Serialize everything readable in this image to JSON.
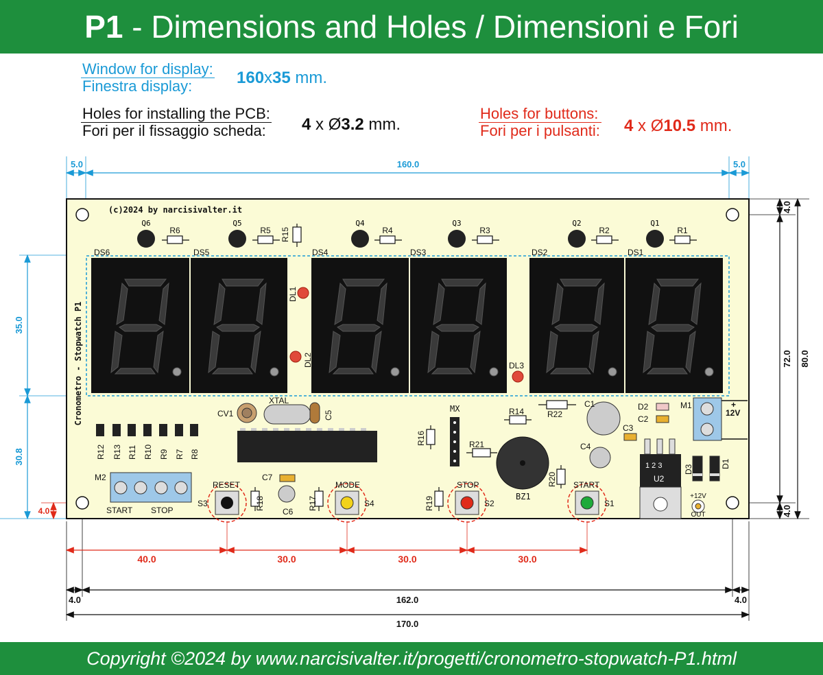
{
  "header": {
    "title_bold": "P1",
    "title_rest": " - Dimensions and Holes / Dimensioni e Fori"
  },
  "footer": {
    "copyright": "Copyright ©2024 by www.narcisivalter.it/progetti/cronometro-stopwatch-P1.html"
  },
  "specs": {
    "window": {
      "label_en": "Window for display:",
      "label_it": "Finestra display:",
      "w": "160",
      "x": "x",
      "h": "35",
      "unit": " mm."
    },
    "pcb_holes": {
      "label_en": "Holes for installing the PCB:",
      "label_it": "Fori per il fissaggio scheda:",
      "count": "4",
      "sym": " x Ø",
      "dia": "3.2",
      "unit": " mm."
    },
    "button_holes": {
      "label_en": "Holes for buttons:",
      "label_it": "Fori per i pulsanti:",
      "count": "4",
      "sym": " x Ø",
      "dia": "10.5",
      "unit": " mm."
    }
  },
  "dimensions": {
    "top_left": "5.0",
    "top_mid": "160.0",
    "top_right": "5.0",
    "left_window": "35.0",
    "left_lower": "30.8",
    "left_hole": "4.0",
    "right_top": "4.0",
    "right_mid": "72.0",
    "right_total": "80.0",
    "right_bottom": "4.0",
    "btn_1": "40.0",
    "btn_2": "30.0",
    "btn_3": "30.0",
    "btn_4": "30.0",
    "bot_left": "4.0",
    "bot_mid": "162.0",
    "bot_right": "4.0",
    "bot_total": "170.0"
  },
  "pcb": {
    "copyright": "(c)2024 by narcisivalter.it",
    "side_label": "Cronometro - Stopwatch P1",
    "transistors": [
      "Q6",
      "Q5",
      "Q4",
      "Q3",
      "Q2",
      "Q1"
    ],
    "base_resistors": [
      "R6",
      "R5",
      "R4",
      "R3",
      "R2",
      "R1"
    ],
    "r15": "R15",
    "displays": [
      "DS6",
      "DS5",
      "DS4",
      "DS3",
      "DS2",
      "DS1"
    ],
    "leds": [
      "DL1",
      "DL2",
      "DL3"
    ],
    "resistor_array": [
      "R12",
      "R13",
      "R11",
      "R10",
      "R9",
      "R7",
      "R8"
    ],
    "cv1": "CV1",
    "xtal": "XTAL",
    "c5": "C5",
    "m2": "M2",
    "m2_start": "START",
    "m2_stop": "STOP",
    "reset": "RESET",
    "s3": "S3",
    "r18": "R18",
    "c7": "C7",
    "c6": "C6",
    "mode": "MODE",
    "s4": "S4",
    "r17": "R17",
    "mx": "MX",
    "r16": "R16",
    "r21": "R21",
    "r14": "R14",
    "r22": "R22",
    "bz1": "BZ1",
    "r19": "R19",
    "stop": "STOP",
    "s2": "S2",
    "r20": "R20",
    "start": "START",
    "s1": "S1",
    "c1": "C1",
    "c4": "C4",
    "c3": "C3",
    "c2": "C2",
    "d2": "D2",
    "m1": "M1",
    "v12": "12V",
    "plus": "+",
    "u2": "U2",
    "d3": "D3",
    "d1": "D1",
    "u2_pins": "1 2 3",
    "out_v": "+12V",
    "out": "OUT"
  }
}
